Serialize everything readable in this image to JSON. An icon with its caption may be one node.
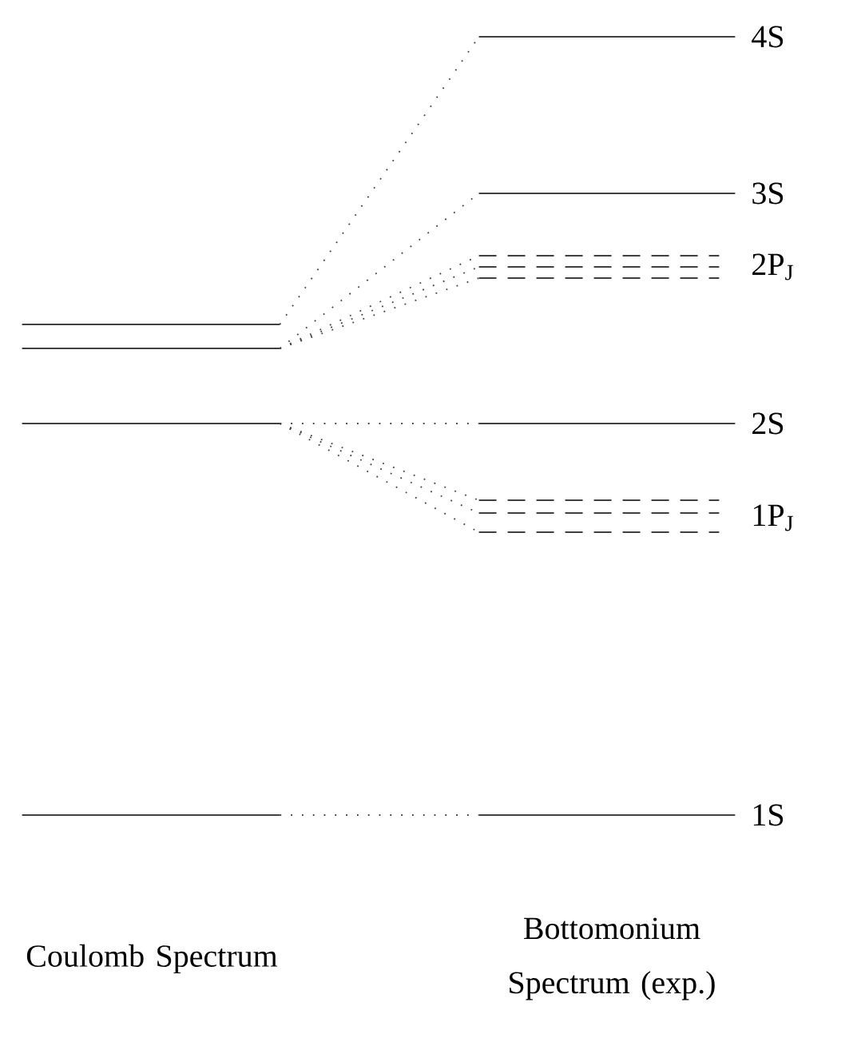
{
  "diagram": {
    "nodes": [
      {
        "text": [],
        "shape": "bar"
      },
      {
        "text": [],
        "shape": "bar"
      },
      {
        "text": [],
        "shape": "bar"
      },
      {
        "text": [],
        "shape": "bar"
      },
      {
        "text": [],
        "shape": "bar",
        "beside": [
          "4S"
        ]
      },
      {
        "text": [],
        "shape": "bar",
        "beside": [
          "3S"
        ]
      },
      {
        "text": [],
        "shape": "bar"
      },
      {
        "text": [],
        "shape": "bar",
        "beside": [
          "2P$_{J}$"
        ]
      },
      {
        "text": [],
        "shape": "bar"
      },
      {
        "text": [],
        "shape": "bar",
        "beside": [
          "2S"
        ]
      },
      {
        "text": [],
        "shape": "bar"
      },
      {
        "text": [],
        "shape": "bar",
        "beside": [
          "1P$_{J}$"
        ]
      },
      {
        "text": [],
        "shape": "bar"
      },
      {
        "text": [],
        "shape": "bar",
        "beside": [
          "1S"
        ]
      }
    ],
    "edges": [
      {
        "from": 0,
        "to": 4,
        "arrow": "none"
      },
      {
        "from": 1,
        "to": 5,
        "arrow": "none"
      },
      {
        "from": 1,
        "to": 6,
        "arrow": "none"
      },
      {
        "from": 1,
        "to": 7,
        "arrow": "none"
      },
      {
        "from": 1,
        "to": 8,
        "arrow": "none"
      },
      {
        "from": 2,
        "to": 9,
        "arrow": "none"
      },
      {
        "from": 2,
        "to": 10,
        "arrow": "none"
      },
      {
        "from": 2,
        "to": 11,
        "arrow": "none"
      },
      {
        "from": 2,
        "to": 12,
        "arrow": "none"
      },
      {
        "from": 3,
        "to": 13,
        "arrow": "none"
      }
    ],
    "labels": [
      "Coulomb Spectrum",
      "Bottomonium Spectrum (exp.)"
    ]
  }
}
